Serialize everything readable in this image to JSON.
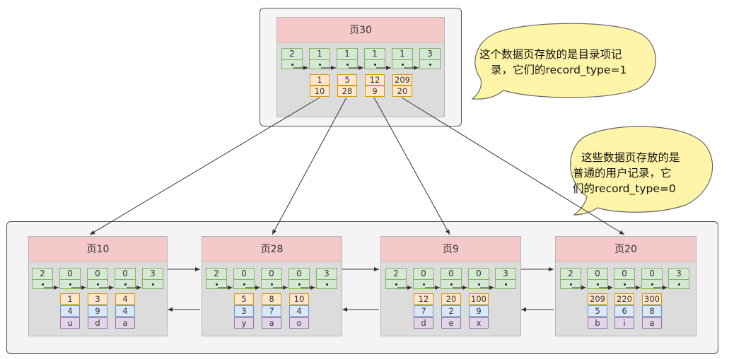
{
  "root": {
    "title": "页30",
    "records": [
      "2",
      "1",
      "1",
      "1",
      "1",
      "3"
    ],
    "keys": [
      "1",
      "5",
      "12",
      "209"
    ],
    "child_pages": [
      "10",
      "28",
      "9",
      "20"
    ]
  },
  "leaves": [
    {
      "title": "页10",
      "records": [
        "2",
        "0",
        "0",
        "0",
        "3"
      ],
      "col1": [
        "1",
        "3",
        "4"
      ],
      "col2": [
        "4",
        "9",
        "4"
      ],
      "col3": [
        "u",
        "d",
        "a"
      ]
    },
    {
      "title": "页28",
      "records": [
        "2",
        "0",
        "0",
        "0",
        "3"
      ],
      "col1": [
        "5",
        "8",
        "10"
      ],
      "col2": [
        "3",
        "7",
        "4"
      ],
      "col3": [
        "y",
        "a",
        "o"
      ]
    },
    {
      "title": "页9",
      "records": [
        "2",
        "0",
        "0",
        "0",
        "3"
      ],
      "col1": [
        "12",
        "20",
        "100"
      ],
      "col2": [
        "7",
        "2",
        "9"
      ],
      "col3": [
        "d",
        "e",
        "x"
      ]
    },
    {
      "title": "页20",
      "records": [
        "2",
        "0",
        "0",
        "0",
        "3"
      ],
      "col1": [
        "209",
        "220",
        "300"
      ],
      "col2": [
        "5",
        "6",
        "8"
      ],
      "col3": [
        "b",
        "i",
        "a"
      ]
    }
  ],
  "callouts": {
    "top": [
      "这个数据页存放的是目录项记",
      "录，它们的record_type=1"
    ],
    "bottom": [
      "这些数据页存放的是",
      "普通的用户记录，它",
      "们的record_type=0"
    ]
  },
  "colors": {
    "title_bg": "#f5c9c9",
    "record_bg": "#d5e8d4",
    "key_bg": "#ffe6cc",
    "col2_bg": "#dae8fc",
    "col3_bg": "#e1d5e7",
    "bubble_bg": "#fff5a8"
  }
}
